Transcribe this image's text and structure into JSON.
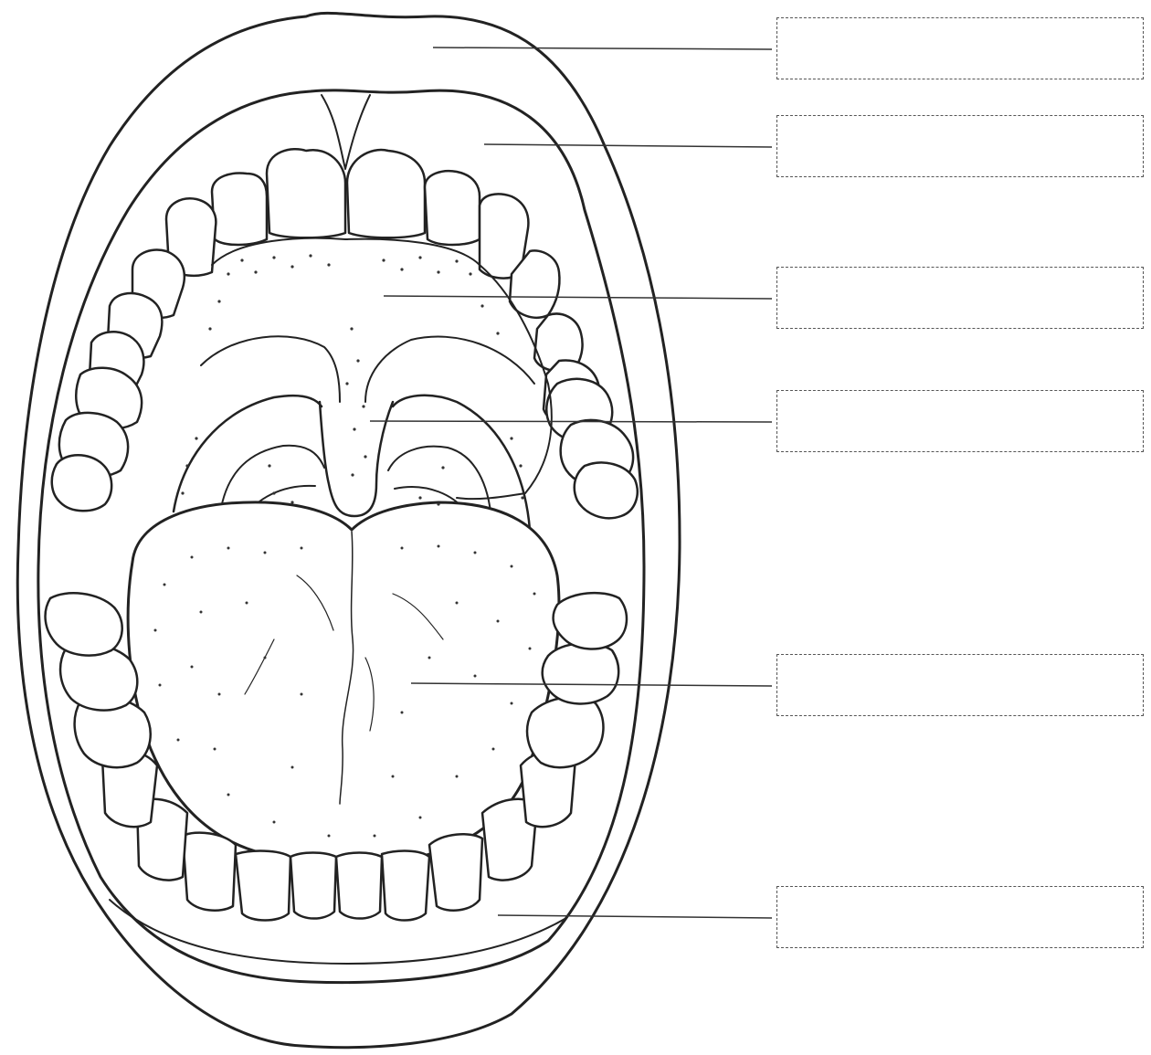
{
  "diagram": {
    "subject": "open-mouth-anatomy",
    "line_color": "#222222",
    "stipple_color": "#333333",
    "background_color": "#ffffff",
    "box_border_color": "#555555"
  },
  "labels": [
    {
      "id": "upper-lip-label",
      "text": ""
    },
    {
      "id": "upper-gum-label",
      "text": ""
    },
    {
      "id": "hard-palate-label",
      "text": ""
    },
    {
      "id": "uvula-label",
      "text": ""
    },
    {
      "id": "tongue-label",
      "text": ""
    },
    {
      "id": "lower-lip-label",
      "text": ""
    }
  ]
}
